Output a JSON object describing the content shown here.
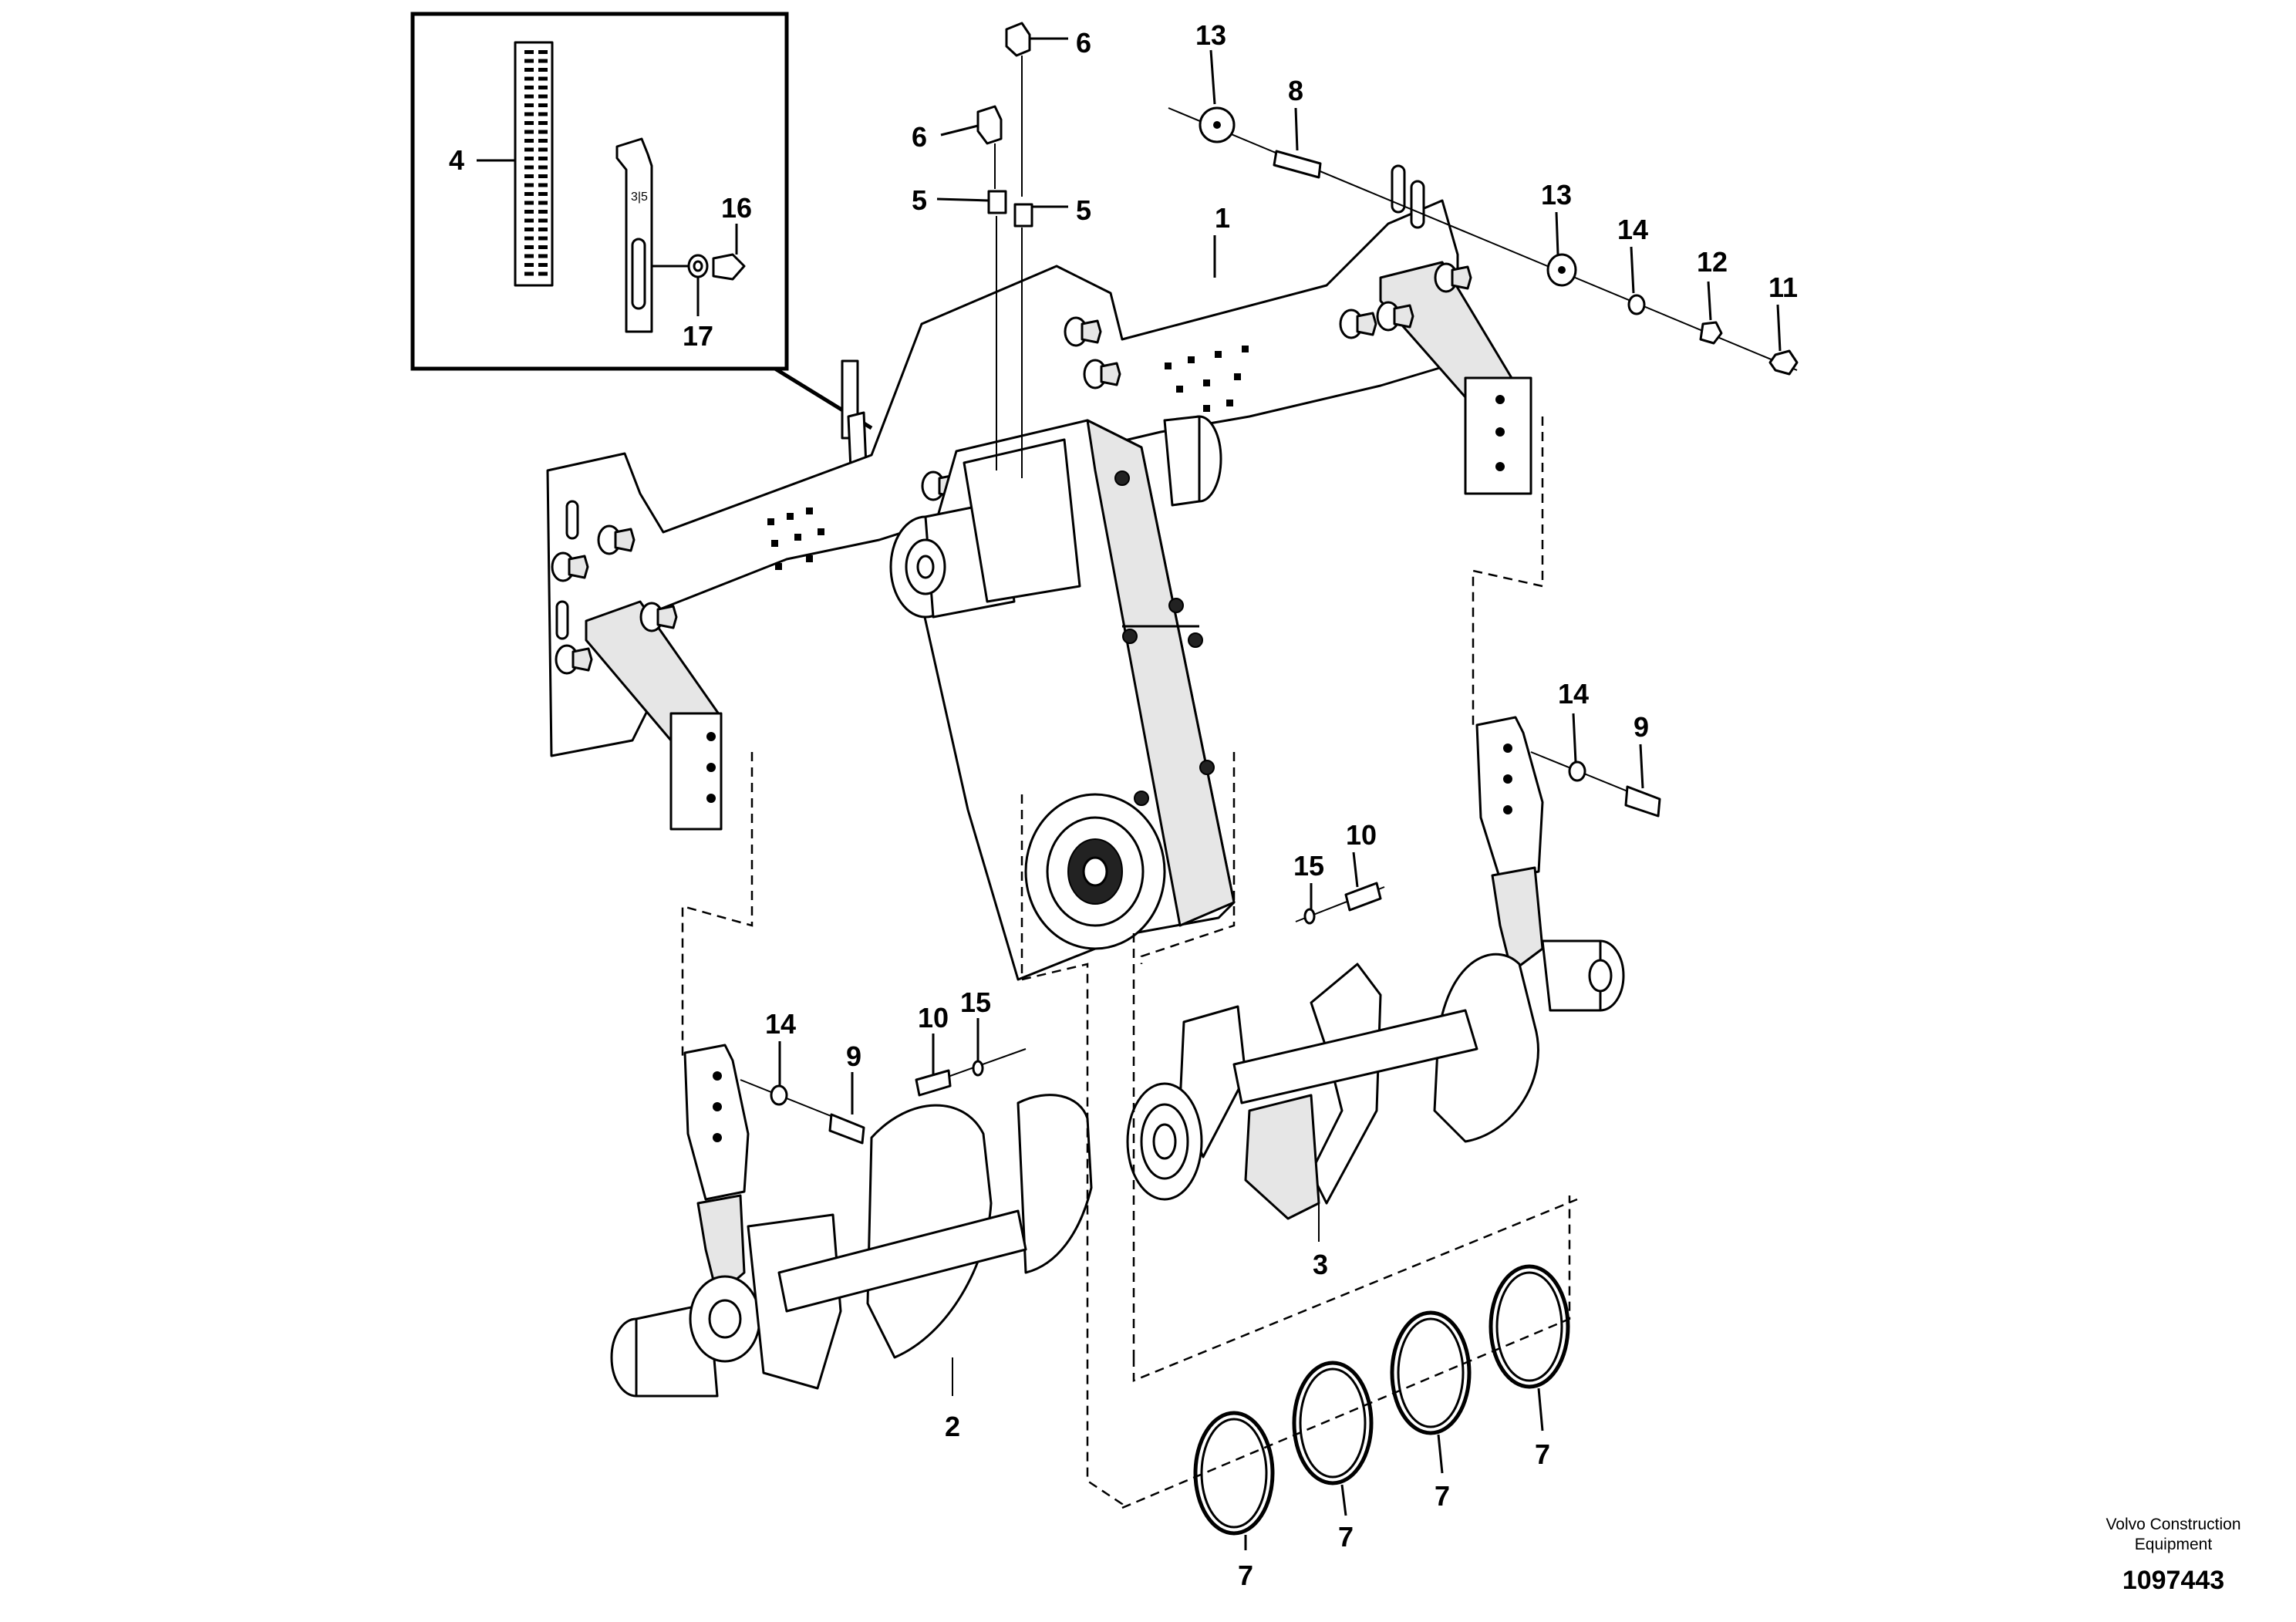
{
  "diagram": {
    "callouts": [
      {
        "id": "c1",
        "text": "1"
      },
      {
        "id": "c2",
        "text": "2"
      },
      {
        "id": "c3",
        "text": "3"
      },
      {
        "id": "c4",
        "text": "4"
      },
      {
        "id": "c5a",
        "text": "5"
      },
      {
        "id": "c5b",
        "text": "5"
      },
      {
        "id": "c6a",
        "text": "6"
      },
      {
        "id": "c6b",
        "text": "6"
      },
      {
        "id": "c7a",
        "text": "7"
      },
      {
        "id": "c7b",
        "text": "7"
      },
      {
        "id": "c7c",
        "text": "7"
      },
      {
        "id": "c7d",
        "text": "7"
      },
      {
        "id": "c8",
        "text": "8"
      },
      {
        "id": "c9a",
        "text": "9"
      },
      {
        "id": "c9b",
        "text": "9"
      },
      {
        "id": "c10a",
        "text": "10"
      },
      {
        "id": "c10b",
        "text": "10"
      },
      {
        "id": "c11",
        "text": "11"
      },
      {
        "id": "c12",
        "text": "12"
      },
      {
        "id": "c13a",
        "text": "13"
      },
      {
        "id": "c13b",
        "text": "13"
      },
      {
        "id": "c14a",
        "text": "14"
      },
      {
        "id": "c14b",
        "text": "14"
      },
      {
        "id": "c14c",
        "text": "14"
      },
      {
        "id": "c15a",
        "text": "15"
      },
      {
        "id": "c15b",
        "text": "15"
      },
      {
        "id": "c16",
        "text": "16"
      },
      {
        "id": "c17",
        "text": "17"
      }
    ]
  },
  "footer": {
    "company_line1": "Volvo Construction",
    "company_line2": "Equipment",
    "drawing_number": "1097443"
  }
}
